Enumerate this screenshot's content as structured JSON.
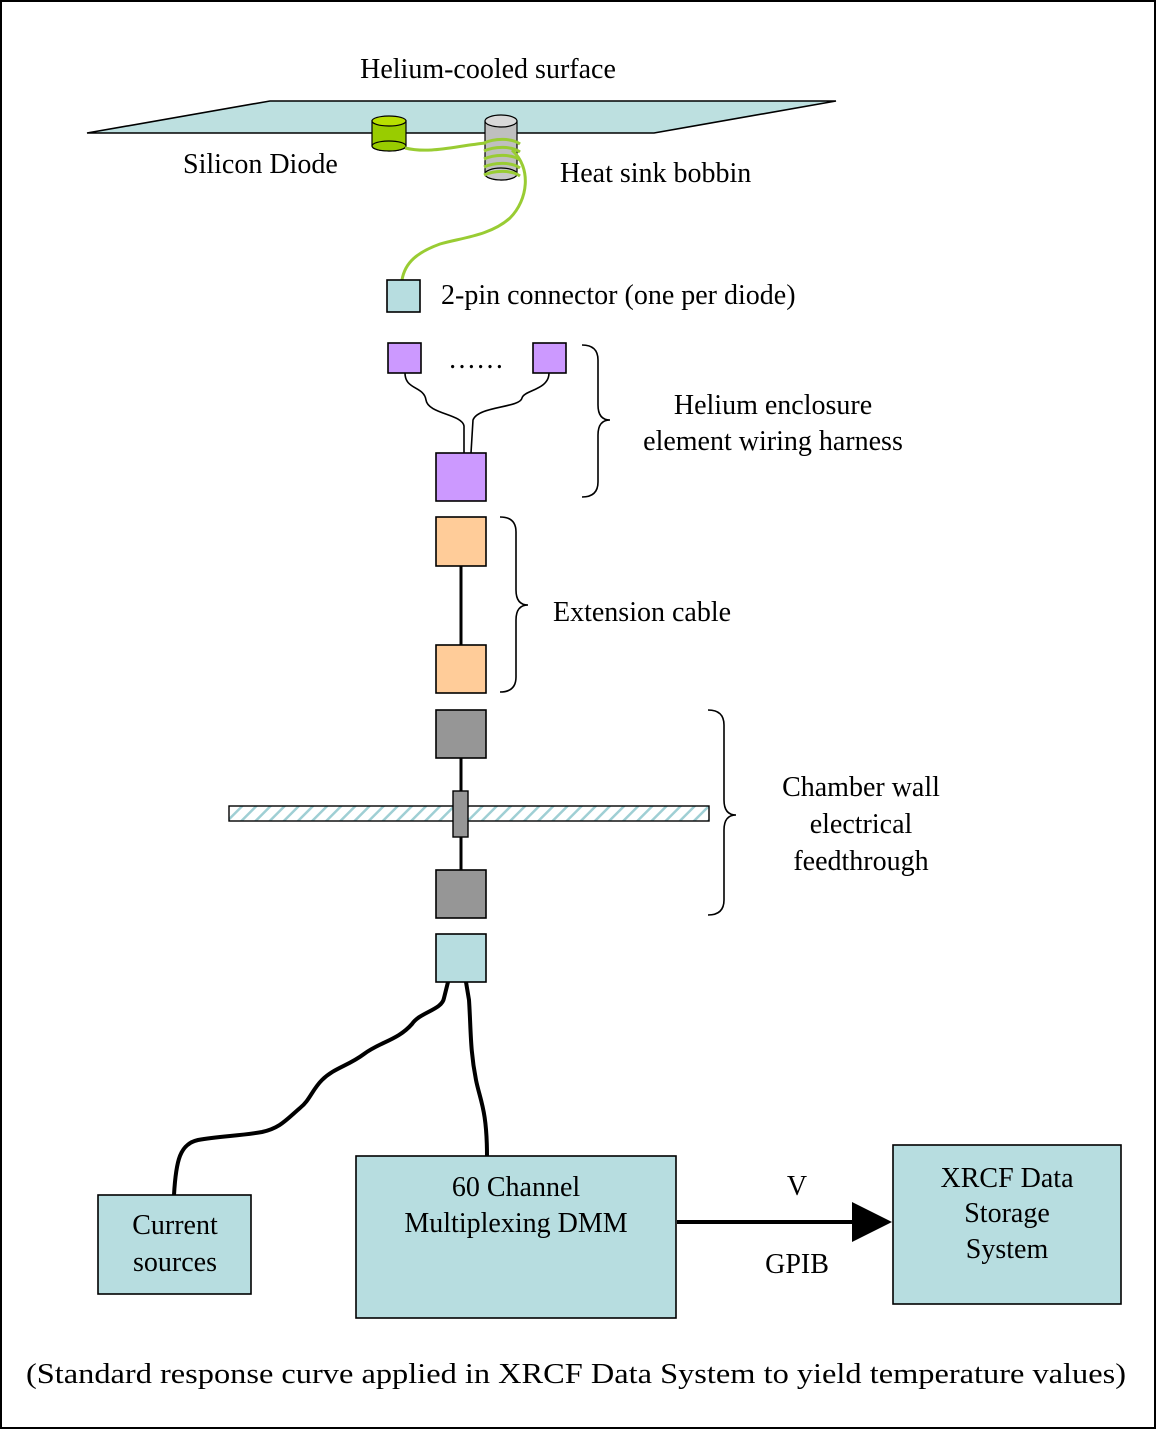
{
  "labels": {
    "surface": "Helium-cooled surface",
    "silicon_diode": "Silicon Diode",
    "bobbin": "Heat sink bobbin",
    "connector": "2-pin connector (one per diode)",
    "ellipsis": "……",
    "harness_line1": "Helium enclosure",
    "harness_line2": "element wiring harness",
    "extension": "Extension cable",
    "feedthrough_line1": "Chamber wall",
    "feedthrough_line2": "electrical",
    "feedthrough_line3": "feedthrough",
    "current_line1": "Current",
    "current_line2": "sources",
    "dmm_line1": "60 Channel",
    "dmm_line2": "Multiplexing DMM",
    "v": "V",
    "gpib": "GPIB",
    "xrcf_line1": "XRCF Data",
    "xrcf_line2": "Storage",
    "xrcf_line3": "System",
    "caption": "(Standard response curve applied in XRCF Data System to yield temperature values)"
  },
  "colors": {
    "surface": "#bde0e0",
    "connector": "#b7dde0",
    "harness": "#cc99ff",
    "extension": "#ffcc99",
    "feedthrough": "#969696",
    "diode": "#99cc00",
    "diode_wire": "#99cc33",
    "bobbin": "#bfbfbf",
    "wall_hatch": "#a9d4d8",
    "box": "#b7dde0"
  }
}
